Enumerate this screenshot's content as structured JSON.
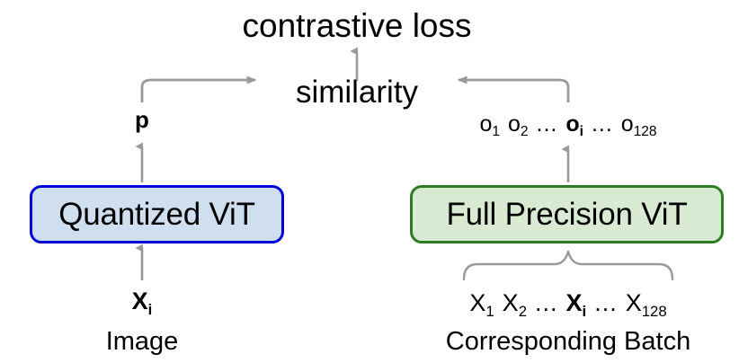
{
  "diagram": {
    "title": "Quantized ViT contrastive distillation overview",
    "colors": {
      "quantized_border": "#0202d6",
      "quantized_fill": "#cfdfef",
      "fullprecision_border": "#2c7c22",
      "fullprecision_fill": "#d9ead3",
      "arrow": "#9a9a9a",
      "text": "#000000",
      "background": "#ffffff"
    },
    "top": {
      "loss_label": "contrastive loss",
      "similarity_label": "similarity"
    },
    "left_branch": {
      "box_label": "Quantized ViT",
      "output_label": "p",
      "input_label_base": "X",
      "input_label_sub": "i",
      "caption": "Image"
    },
    "right_branch": {
      "box_label": "Full Precision ViT",
      "caption": "Corresponding Batch",
      "outputs": [
        {
          "base": "o",
          "sub": "1",
          "bold": false
        },
        {
          "base": "o",
          "sub": "2",
          "bold": false
        },
        {
          "base": "...",
          "sub": "",
          "bold": false
        },
        {
          "base": "o",
          "sub": "i",
          "bold": true
        },
        {
          "base": "...",
          "sub": "",
          "bold": false
        },
        {
          "base": "o",
          "sub": "128",
          "bold": false
        }
      ],
      "inputs": [
        {
          "base": "X",
          "sub": "1",
          "bold": false
        },
        {
          "base": "X",
          "sub": "2",
          "bold": false
        },
        {
          "base": "...",
          "sub": "",
          "bold": false
        },
        {
          "base": "X",
          "sub": "i",
          "bold": true
        },
        {
          "base": "...",
          "sub": "",
          "bold": false
        },
        {
          "base": "X",
          "sub": "128",
          "bold": false
        }
      ]
    }
  }
}
